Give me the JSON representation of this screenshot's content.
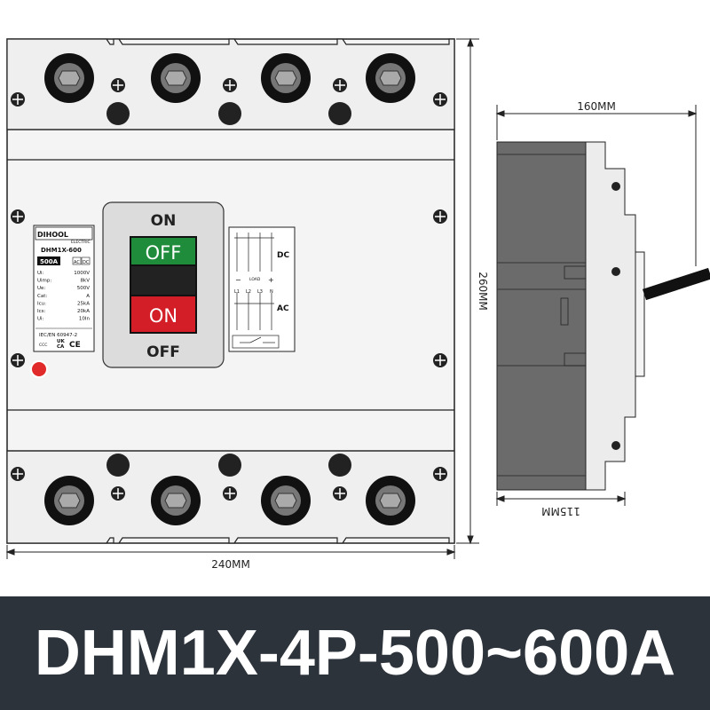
{
  "banner": {
    "model": "DHM1X-4P-500~600A"
  },
  "dimensions": {
    "width": "240MM",
    "height": "260MM",
    "depth_top": "160MM",
    "depth_bottom": "115MM"
  },
  "handle": {
    "on_top": "ON",
    "off_window": "OFF",
    "on_window": "ON",
    "off_bottom": "OFF"
  },
  "label": {
    "brand": "DIHOOL",
    "brand_sub": "ELECTRIC",
    "model": "DHM1X-600",
    "rating": "500A",
    "ac": "AC",
    "dc": "DC",
    "specs": [
      {
        "k": "Ui:",
        "v": "1000V"
      },
      {
        "k": "Uimp:",
        "v": "8kV"
      },
      {
        "k": "Ue:",
        "v": "500V"
      },
      {
        "k": "Cat:",
        "v": "A"
      },
      {
        "k": "Icu:",
        "v": "25kA"
      },
      {
        "k": "Ics:",
        "v": "20kA"
      },
      {
        "k": "Ui:",
        "v": "10In"
      }
    ],
    "standard": "IEC/EN 60947-2",
    "mark_ccc": "CCC",
    "mark_ukca_1": "UK",
    "mark_ukca_2": "CA",
    "mark_ce": "CE"
  },
  "wiring": {
    "dc": "DC",
    "ac": "AC",
    "load": "LOAD",
    "minus": "−",
    "plus": "+",
    "phases": [
      "L1",
      "L2",
      "L3",
      "N"
    ]
  },
  "colors": {
    "off_window": "#1f8c3b",
    "on_window": "#d31d27",
    "banner": "#2d333b",
    "side_body": "#6b6b6b",
    "indicator": "#e12a2a"
  }
}
